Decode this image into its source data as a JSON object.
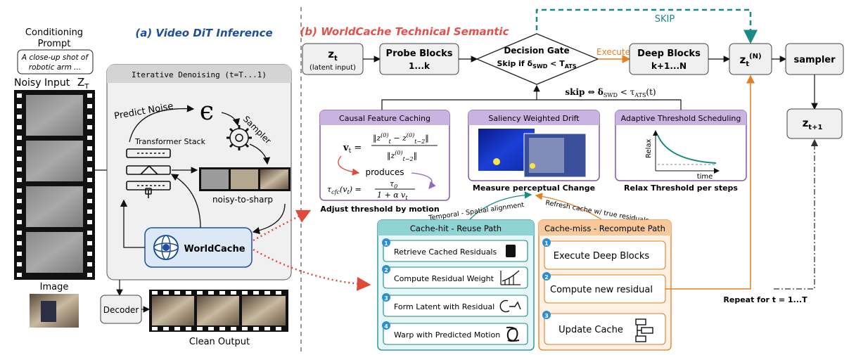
{
  "left": {
    "conditioning_title_line1": "Conditioning",
    "conditioning_title_line2": "Prompt",
    "prompt_line1": "A close-up shot of",
    "prompt_line2": "robotic arm ...",
    "noisy_input": "Noisy Input",
    "noisy_input_symbol": "Z",
    "noisy_input_sub": "T",
    "image_label": "Image",
    "decoder": "Decoder",
    "clean_output": "Clean Output"
  },
  "panel_a": {
    "title": "(a) Video DiT Inference",
    "iterative": "Iterative Denoising (t=T...1)",
    "predict_noise": "Predict Noise",
    "epsilon": "ϵ",
    "sampler": "Sampler",
    "transformer_stack": "Transformer Stack",
    "noisy_to_sharp": "noisy-to-sharp",
    "worldcache": "WorldCache"
  },
  "panel_b": {
    "title": "(b) WorldCache Technical Semantic",
    "skip_top": "SKIP",
    "zt_main": "z",
    "zt_sub": "t",
    "latent_input": "(latent input)",
    "probe_blocks": "Probe Blocks",
    "probe_range": "1...k",
    "decision_gate": "Decision Gate",
    "skip_if": "Skip if δ",
    "skip_if_sub": "SWD",
    "skip_if_lt": " < T",
    "skip_if_sub2": "ATS",
    "execute": "Execute",
    "deep_blocks": "Deep Blocks",
    "deep_range": "k+1...N",
    "ztn_main": "z",
    "ztn_sub": "t",
    "ztn_sup": "(N)",
    "sampler": "sampler",
    "zt1_main": "z",
    "zt1_sub": "t+1",
    "skip_condition": "skip  ⇔  δ",
    "skip_condition_sub": "SWD",
    "skip_condition_rest": " < τ",
    "skip_condition_sub2": "ATS",
    "skip_condition_tail": "(t)",
    "causal": {
      "title": "Causal Feature Caching",
      "produces": "produces",
      "vt": "v",
      "formula2": "τ",
      "caption": "Adjust threshold by motion"
    },
    "saliency": {
      "title": "Saliency Weighted Drift",
      "caption": "Measure perceptual Change"
    },
    "adaptive": {
      "title": "Adaptive Threshold Scheduling",
      "relax": "Relax",
      "time": "time",
      "caption": "Relax Threshold per steps"
    },
    "temporal_label": "Temporal - Spatial alignment",
    "refresh_label": "Refresh cache w/ true residuals",
    "cache_hit": {
      "title": "Cache-hit - Reuse Path",
      "items": [
        {
          "num": "1",
          "label": "Retrieve Cached Residuals"
        },
        {
          "num": "2",
          "label": "Compute Residual Weight"
        },
        {
          "num": "3",
          "label": "Form Latent with Residual"
        },
        {
          "num": "4",
          "label": "Warp with Predicted Motion"
        }
      ]
    },
    "cache_miss": {
      "title": "Cache-miss - Recompute Path",
      "items": [
        {
          "num": "1",
          "label": "Execute Deep Blocks"
        },
        {
          "num": "2",
          "label": "Compute new residual"
        },
        {
          "num": "3",
          "label": "Update Cache"
        }
      ]
    },
    "repeat": "Repeat for t = 1...T"
  },
  "colors": {
    "panel_a_title": "#1f4e9c",
    "panel_b_title": "#e0524a",
    "skip_teal": "#1a8a86",
    "execute_orange": "#e67e22",
    "cache_hit_header": "#8fd3d4",
    "cache_hit_bg": "#e6f5f5",
    "cache_miss_header": "#f7c89b",
    "cache_miss_bg": "#fdf1e6",
    "purple_header": "#c9b3e0",
    "purple_border": "#7d5aa6",
    "red_dots": "#e04a3a"
  }
}
